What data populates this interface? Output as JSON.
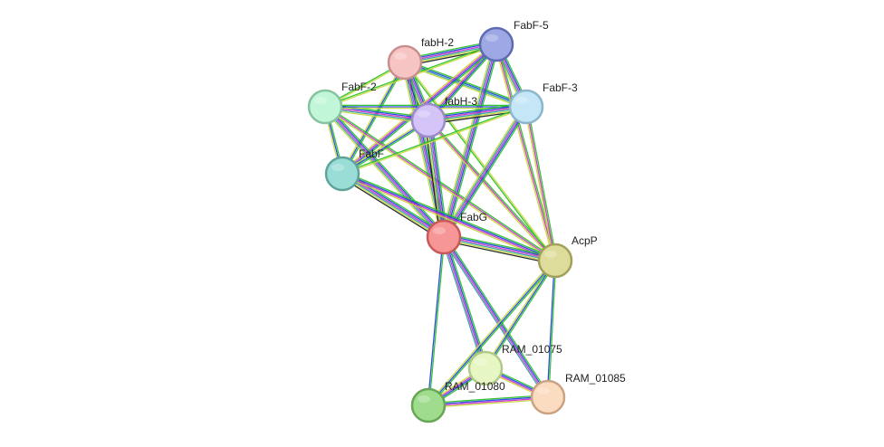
{
  "network": {
    "nodes": [
      {
        "id": "fabH-2",
        "label": "fabH-2",
        "fill": "#f7c4c4",
        "stroke": "#c98f8f"
      },
      {
        "id": "FabF-5",
        "label": "FabF-5",
        "fill": "#9ea8e4",
        "stroke": "#5e6bb3"
      },
      {
        "id": "FabF-2",
        "label": "FabF-2",
        "fill": "#c1f7d8",
        "stroke": "#86c4a0"
      },
      {
        "id": "fabH-3",
        "label": "fabH-3",
        "fill": "#d4c4f7",
        "stroke": "#9d8ac9"
      },
      {
        "id": "FabF-3",
        "label": "FabF-3",
        "fill": "#c4e6f7",
        "stroke": "#8bb6cc"
      },
      {
        "id": "FabF",
        "label": "FabF",
        "fill": "#99ddd6",
        "stroke": "#5fa39c"
      },
      {
        "id": "FabG",
        "label": "FabG",
        "fill": "#f79696",
        "stroke": "#c95858"
      },
      {
        "id": "AcpP",
        "label": "AcpP",
        "fill": "#dedc9a",
        "stroke": "#a3a05c"
      },
      {
        "id": "RAM_01075",
        "label": "RAM_01075",
        "fill": "#e6f7c4",
        "stroke": "#b3c98a"
      },
      {
        "id": "RAM_01080",
        "label": "RAM_01080",
        "fill": "#a0dc8e",
        "stroke": "#66a654"
      },
      {
        "id": "RAM_01085",
        "label": "RAM_01085",
        "fill": "#fbdcc0",
        "stroke": "#c9a383"
      }
    ],
    "edges": [
      {
        "source": "fabH-2",
        "target": "FabF-5",
        "colors": [
          "#29c229",
          "#2244dd",
          "#cc33cc",
          "#30a0a0",
          "#c8d93a",
          "#222222"
        ]
      },
      {
        "source": "fabH-2",
        "target": "FabF-2",
        "colors": [
          "#c8d93a",
          "#29c229"
        ]
      },
      {
        "source": "fabH-2",
        "target": "fabH-3",
        "colors": [
          "#29c229",
          "#2244dd",
          "#cc33cc",
          "#30a0a0",
          "#c8d93a",
          "#222222"
        ]
      },
      {
        "source": "fabH-2",
        "target": "FabF-3",
        "colors": [
          "#29c229",
          "#2244dd",
          "#30a0a0",
          "#c8d93a"
        ]
      },
      {
        "source": "fabH-2",
        "target": "FabF",
        "colors": [
          "#29c229",
          "#2244dd",
          "#c8d93a"
        ]
      },
      {
        "source": "fabH-2",
        "target": "FabG",
        "colors": [
          "#29c229",
          "#2244dd",
          "#cc33cc",
          "#30a0a0",
          "#c8d93a"
        ]
      },
      {
        "source": "fabH-2",
        "target": "AcpP",
        "colors": [
          "#c8d93a",
          "#29c229"
        ]
      },
      {
        "source": "FabF-5",
        "target": "FabF-2",
        "colors": [
          "#c8d93a",
          "#29c229"
        ]
      },
      {
        "source": "FabF-5",
        "target": "fabH-3",
        "colors": [
          "#29c229",
          "#2244dd",
          "#cc33cc",
          "#c8d93a"
        ]
      },
      {
        "source": "FabF-5",
        "target": "FabF-3",
        "colors": [
          "#29c229",
          "#2244dd",
          "#cc33cc",
          "#30a0a0",
          "#c8d93a"
        ]
      },
      {
        "source": "FabF-5",
        "target": "FabF",
        "colors": [
          "#29c229",
          "#2244dd",
          "#cc33cc",
          "#c8d93a"
        ]
      },
      {
        "source": "FabF-5",
        "target": "FabG",
        "colors": [
          "#29c229",
          "#2244dd",
          "#cc33cc",
          "#30a0a0",
          "#c8d93a"
        ]
      },
      {
        "source": "FabF-5",
        "target": "AcpP",
        "colors": [
          "#29c229",
          "#cc33cc",
          "#c8d93a"
        ]
      },
      {
        "source": "FabF-2",
        "target": "fabH-3",
        "colors": [
          "#29c229",
          "#2244dd",
          "#cc33cc",
          "#30a0a0",
          "#c8d93a"
        ]
      },
      {
        "source": "FabF-2",
        "target": "FabF-3",
        "colors": [
          "#29c229",
          "#2244dd",
          "#c8d93a"
        ]
      },
      {
        "source": "FabF-2",
        "target": "FabF",
        "colors": [
          "#29c229",
          "#2244dd",
          "#c8d93a"
        ]
      },
      {
        "source": "FabF-2",
        "target": "FabG",
        "colors": [
          "#29c229",
          "#2244dd",
          "#cc33cc",
          "#30a0a0",
          "#c8d93a"
        ]
      },
      {
        "source": "FabF-2",
        "target": "AcpP",
        "colors": [
          "#29c229",
          "#cc33cc",
          "#c8d93a"
        ]
      },
      {
        "source": "fabH-3",
        "target": "FabF-3",
        "colors": [
          "#29c229",
          "#2244dd",
          "#cc33cc",
          "#30a0a0",
          "#c8d93a",
          "#222222"
        ]
      },
      {
        "source": "fabH-3",
        "target": "FabF",
        "colors": [
          "#29c229",
          "#2244dd",
          "#c8d93a"
        ]
      },
      {
        "source": "fabH-3",
        "target": "FabG",
        "colors": [
          "#29c229",
          "#2244dd",
          "#cc33cc",
          "#30a0a0",
          "#c8d93a",
          "#222222"
        ]
      },
      {
        "source": "fabH-3",
        "target": "AcpP",
        "colors": [
          "#29c229",
          "#cc33cc",
          "#c8d93a"
        ]
      },
      {
        "source": "FabF-3",
        "target": "FabF",
        "colors": [
          "#c8d93a",
          "#29c229"
        ]
      },
      {
        "source": "FabF-3",
        "target": "FabG",
        "colors": [
          "#29c229",
          "#2244dd",
          "#cc33cc",
          "#30a0a0",
          "#c8d93a"
        ]
      },
      {
        "source": "FabF-3",
        "target": "AcpP",
        "colors": [
          "#29c229",
          "#cc33cc",
          "#c8d93a"
        ]
      },
      {
        "source": "FabF",
        "target": "FabG",
        "colors": [
          "#29c229",
          "#2244dd",
          "#cc33cc",
          "#30a0a0",
          "#c8d93a",
          "#222222"
        ]
      },
      {
        "source": "FabF",
        "target": "AcpP",
        "colors": [
          "#29c229",
          "#2244dd",
          "#cc33cc",
          "#c8d93a"
        ]
      },
      {
        "source": "FabG",
        "target": "AcpP",
        "colors": [
          "#29c229",
          "#2244dd",
          "#cc33cc",
          "#30a0a0",
          "#c8d93a",
          "#222222"
        ]
      },
      {
        "source": "FabG",
        "target": "RAM_01075",
        "colors": [
          "#29c229",
          "#2244dd",
          "#cc33cc",
          "#30a0a0"
        ]
      },
      {
        "source": "FabG",
        "target": "RAM_01080",
        "colors": [
          "#29c229",
          "#2244dd"
        ]
      },
      {
        "source": "FabG",
        "target": "RAM_01085",
        "colors": [
          "#29c229",
          "#2244dd",
          "#cc33cc",
          "#30a0a0"
        ]
      },
      {
        "source": "AcpP",
        "target": "RAM_01075",
        "colors": [
          "#29c229",
          "#2244dd",
          "#c8d93a"
        ]
      },
      {
        "source": "AcpP",
        "target": "RAM_01080",
        "colors": [
          "#29c229",
          "#2244dd",
          "#c8d93a"
        ]
      },
      {
        "source": "AcpP",
        "target": "RAM_01085",
        "colors": [
          "#29c229",
          "#2244dd"
        ]
      },
      {
        "source": "RAM_01075",
        "target": "RAM_01080",
        "colors": [
          "#29c229",
          "#2244dd",
          "#cc33cc",
          "#c8d93a"
        ]
      },
      {
        "source": "RAM_01075",
        "target": "RAM_01085",
        "colors": [
          "#29c229",
          "#2244dd",
          "#cc33cc",
          "#c8d93a"
        ]
      },
      {
        "source": "RAM_01080",
        "target": "RAM_01085",
        "colors": [
          "#29c229",
          "#2244dd",
          "#cc33cc",
          "#c8d93a"
        ]
      }
    ]
  }
}
